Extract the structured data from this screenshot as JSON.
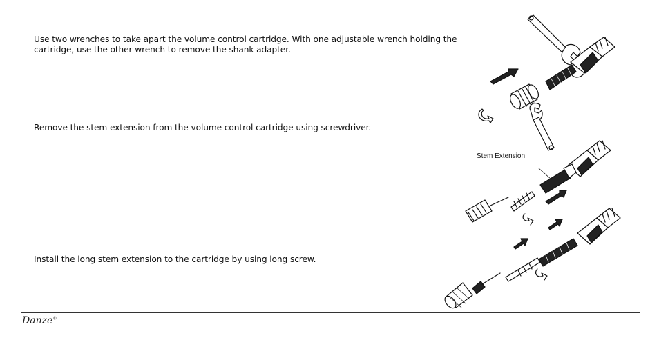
{
  "steps": [
    "Use two wrenches to take apart the volume control cartridge. With one adjustable wrench holding the cartridge, use the other wrench to remove the shank adapter.",
    "Remove the stem extension from the volume control cartridge using screwdriver.",
    "Install the long stem extension to the cartridge by using long screw."
  ],
  "illustration": {
    "stem_label": "Stem Extension"
  },
  "footer": {
    "brand": "Danze",
    "brand_mark": "®"
  }
}
